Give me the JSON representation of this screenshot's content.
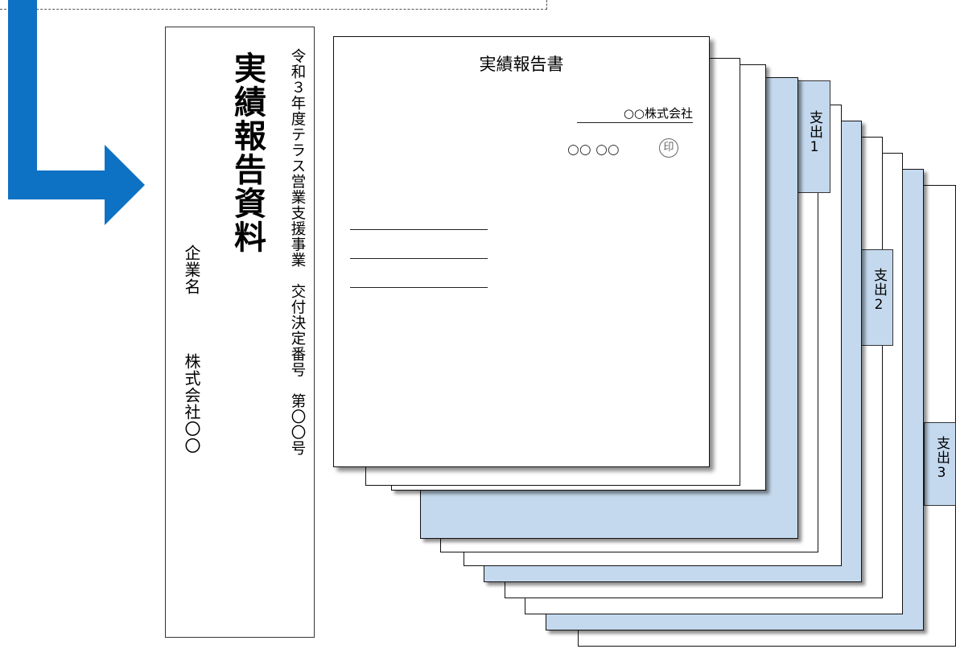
{
  "spine": {
    "title": "実績報告資料",
    "subtitle": "令和３年度テラス営業支援事業　交付決定番号　第〇〇号",
    "company_label": "企業名",
    "company_name": "株式会社〇〇"
  },
  "front_page": {
    "title": "実績報告書",
    "company": "○○株式会社",
    "signer": "○○ ○○",
    "seal": "印"
  },
  "tabs": [
    {
      "text": "支出1"
    },
    {
      "text": "支出2"
    },
    {
      "text": "支出3"
    }
  ],
  "colors": {
    "arrow": "#0e72c4",
    "divider_sheet": "#c4d9ee"
  }
}
